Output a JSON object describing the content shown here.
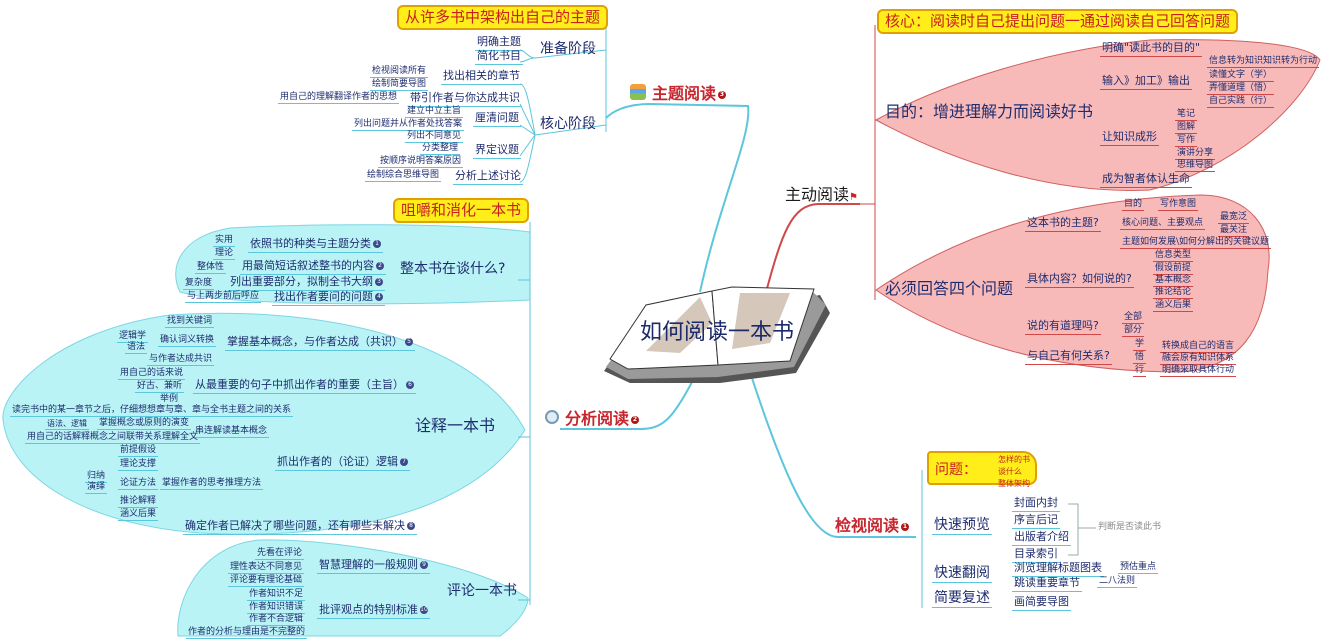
{
  "center": {
    "title": "如何阅读一本书"
  },
  "topic": {
    "label": "主题阅读",
    "badge": "3",
    "banner": "从许多书中架构出自己的主题",
    "prep": {
      "label": "准备阶段",
      "items": [
        "明确主题",
        "简化书目"
      ]
    },
    "core": {
      "label": "核心阶段",
      "steps": [
        {
          "label": "找出相关的章节",
          "items": [
            "检视阅读所有",
            "绘制简要导图"
          ]
        },
        {
          "label": "带引作者与你达成共识",
          "items": [
            "用自己的理解翻译作者的思想"
          ]
        },
        {
          "label": "厘清问题",
          "items": [
            "建立中立主旨",
            "列出问题并从作者处找答案"
          ]
        },
        {
          "label": "界定议题",
          "items": [
            "列出不同意见",
            "分类整理",
            "按顺序说明答案原因"
          ]
        },
        {
          "label": "分析上述讨论",
          "items": [
            "绘制综合思维导图"
          ]
        }
      ]
    }
  },
  "analytic": {
    "label": "分析阅读",
    "badge": "2",
    "banner": "咀嚼和消化一本书",
    "whole": {
      "label": "整本书在谈什么?",
      "rules": [
        {
          "label": "依照书的种类与主题分类",
          "badge": "1",
          "items": [
            "实用",
            "理论"
          ]
        },
        {
          "label": "用最简短话叙述整书的内容",
          "badge": "2",
          "items": [
            "整体性"
          ]
        },
        {
          "label": "列出重要部分，拟制全书大纲",
          "badge": "3",
          "items": [
            "复杂度"
          ]
        },
        {
          "label": "找出作者要问的问题",
          "badge": "4",
          "items": [
            "与上两步前后呼应"
          ]
        }
      ]
    },
    "interpret": {
      "label": "诠释一本书",
      "rules": [
        {
          "label": "掌握基本概念，与作者达成（共识）",
          "badge": "5",
          "items": [
            "找到关键词",
            "确认词义转换",
            "与作者达成共识"
          ],
          "sub": [
            "逻辑学",
            "语法"
          ]
        },
        {
          "label": "从最重要的句子中抓出作者的重要（主旨）",
          "badge": "6",
          "items": [
            "用自己的话来说",
            "好古、兼听",
            "举例"
          ]
        },
        {
          "label": "抓出作者的（论证）逻辑",
          "badge": "7",
          "connect": {
            "label": "串连解读基本概念",
            "items": [
              "读完书中的某一章节之后，仔细想想章与章、章与全书主题之间的关系",
              "掌握概念或原则的演变",
              "用自己的话解释概念之间联带关系理解全文"
            ],
            "sub": [
              "语法、逻辑"
            ]
          },
          "method": {
            "label": "掌握作者的思考推理方法",
            "items": [
              "前提假设",
              "理论支撑",
              "论证方法",
              "推论解释",
              "涵义后果"
            ],
            "sub": [
              "归纳",
              "演绎"
            ]
          }
        },
        {
          "label": "确定作者已解决了哪些问题，还有哪些未解决",
          "badge": "8"
        }
      ]
    },
    "critique": {
      "label": "评论一本书",
      "rules": [
        {
          "label": "智慧理解的一般规则",
          "badge": "9",
          "items": [
            "先看在评论",
            "理性表达不同意见",
            "评论要有理论基础"
          ]
        },
        {
          "label": "批评观点的特别标准",
          "badge": "10",
          "items": [
            "作者知识不足",
            "作者知识错误",
            "作者不合逻辑",
            "作者的分析与理由是不完整的"
          ]
        }
      ]
    }
  },
  "active": {
    "label": "主动阅读",
    "banner": "核心：阅读时自己提出问题一通过阅读自己回答问题",
    "purpose": {
      "label": "目的：增进理解力而阅读好书",
      "clarify": "明确\"读此书的目的\"",
      "io": {
        "label": "输入》加工》输出",
        "items": [
          "信息转为知识知识转为行动",
          "读懂文字（学）",
          "弄懂道理（悟）",
          "自己实践（行）"
        ]
      },
      "shape": {
        "label": "让知识成形",
        "items": [
          "笔记",
          "图解",
          "写作",
          "演讲分享",
          "思维导图"
        ]
      },
      "wise": "成为智者体认生命"
    },
    "questions": {
      "label": "必须回答四个问题",
      "q1": {
        "label": "这本书的主题?",
        "purpose": "目的",
        "intent": "写作意图",
        "core": "核心问题、主要观点",
        "core_items": [
          "最宽泛",
          "最关注"
        ],
        "develop": "主题如何发展\\如何分解出的关键议题"
      },
      "q2": {
        "label": "具体内容？如何说的?",
        "items": [
          "信息类型",
          "假设前提",
          "基本概念",
          "推论结论",
          "涵义后果"
        ]
      },
      "q3": {
        "label": "说的有道理吗?",
        "items": [
          "全部",
          "部分"
        ]
      },
      "q4": {
        "label": "与自己有何关系?",
        "keys": [
          "学",
          "悟",
          "行"
        ],
        "items": [
          "转换成自己的语言",
          "融会原有知识体系",
          "明确采取具体行动"
        ]
      }
    }
  },
  "inspect": {
    "label": "检视阅读",
    "badge": "1",
    "question": {
      "label": "问题：",
      "items": [
        "怎样的书",
        "谈什么",
        "整体架构"
      ]
    },
    "preview": {
      "label": "快速预览",
      "items": [
        "封面内封",
        "序言后记",
        "出版者介绍",
        "目录索引"
      ],
      "note": "判断是否读此书"
    },
    "skim": {
      "label": "快速翻阅",
      "items": [
        "浏览理解标题图表",
        "跳读重要章节"
      ],
      "notes": [
        "预估重点",
        "二八法则"
      ]
    },
    "recap": {
      "label": "简要复述",
      "items": [
        "画简要导图"
      ]
    }
  },
  "colors": {
    "cyan_branch": "#5cc6dc",
    "red_branch": "#d04848",
    "cyan_blob": "#b9f3f6",
    "pink_blob": "#f8b9b9",
    "banner": "#ffee1a",
    "heading_red": "#c8262e",
    "text": "#1f2d6e"
  }
}
